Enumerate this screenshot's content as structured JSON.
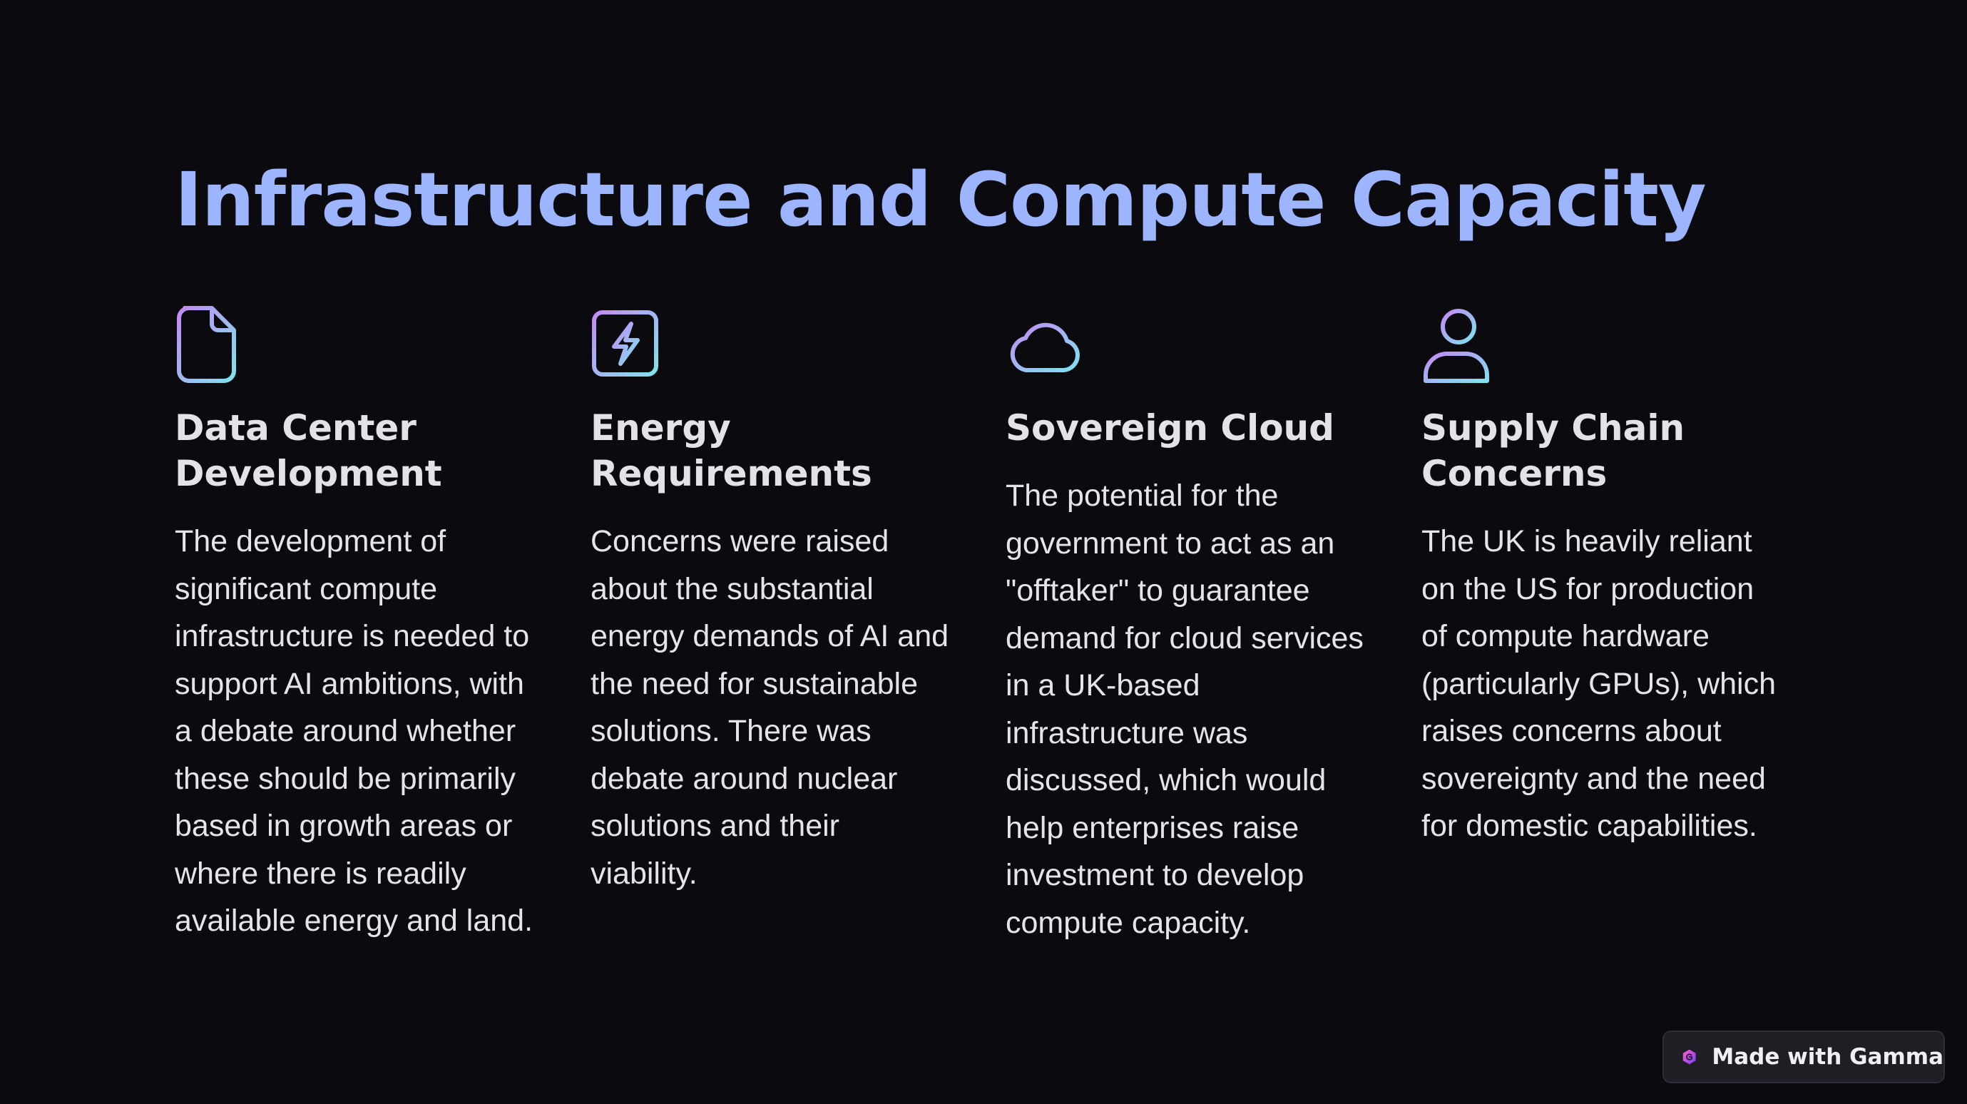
{
  "slide": {
    "title": "Infrastructure and Compute Capacity"
  },
  "colors": {
    "background": "#0a0a0f",
    "title": "#9db4ff",
    "icon_gradient_start": "#c48af5",
    "icon_gradient_end": "#7fe3ee"
  },
  "columns": [
    {
      "icon": "document-icon",
      "heading_line1": "Data Center",
      "heading_line2": "Development",
      "body": [
        "The development of",
        "significant compute",
        "infrastructure is needed to",
        "support AI ambitions, with",
        "a debate around whether",
        "these should be primarily",
        "based in growth areas or",
        "where there is readily",
        "available energy and land."
      ]
    },
    {
      "icon": "lightning-icon",
      "heading_line1": "Energy",
      "heading_line2": "Requirements",
      "body": [
        "Concerns were raised",
        "about the substantial",
        "energy demands of AI and",
        "the need for sustainable",
        "solutions. There was",
        "debate around nuclear",
        "solutions and their",
        "viability."
      ]
    },
    {
      "icon": "cloud-icon",
      "heading_line1": "Sovereign Cloud",
      "body": [
        "The potential for the",
        "government to act as an",
        "\"offtaker\" to guarantee",
        "demand for cloud services",
        "in a UK-based",
        "infrastructure was",
        "discussed, which would",
        "help enterprises raise",
        "investment to develop",
        "compute capacity."
      ]
    },
    {
      "icon": "user-icon",
      "heading_line1": "Supply Chain",
      "heading_line2": "Concerns",
      "body": [
        "The UK is heavily reliant",
        "on the US for production",
        "of compute hardware",
        "(particularly GPUs), which",
        "raises concerns about",
        "sovereignty and the need",
        "for domestic capabilities."
      ]
    }
  ],
  "badge": {
    "label": "Made with Gamma",
    "icon": "gamma-logo-icon"
  }
}
